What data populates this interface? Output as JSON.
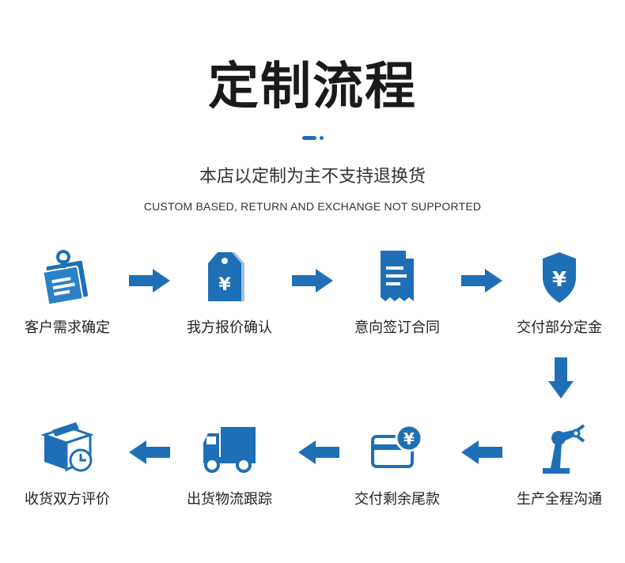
{
  "header": {
    "title": "定制流程",
    "subtitle": "本店以定制为主不支持退换货",
    "subtitle_en": "CUSTOM BASED, RETURN AND EXCHANGE NOT SUPPORTED"
  },
  "colors": {
    "accent": "#1f6fb6",
    "text": "#222222"
  },
  "steps": [
    {
      "label": "客户需求确定",
      "icon": "clipboard-pin-icon"
    },
    {
      "label": "我方报价确认",
      "icon": "price-tag-yen-icon"
    },
    {
      "label": "意向签订合同",
      "icon": "contract-document-icon"
    },
    {
      "label": "交付部分定金",
      "icon": "shield-yen-icon"
    },
    {
      "label": "生产全程沟通",
      "icon": "robot-arm-icon"
    },
    {
      "label": "交付剩余尾款",
      "icon": "card-yen-icon"
    },
    {
      "label": "出货物流跟踪",
      "icon": "delivery-truck-icon"
    },
    {
      "label": "收货双方评价",
      "icon": "package-clock-icon"
    }
  ]
}
